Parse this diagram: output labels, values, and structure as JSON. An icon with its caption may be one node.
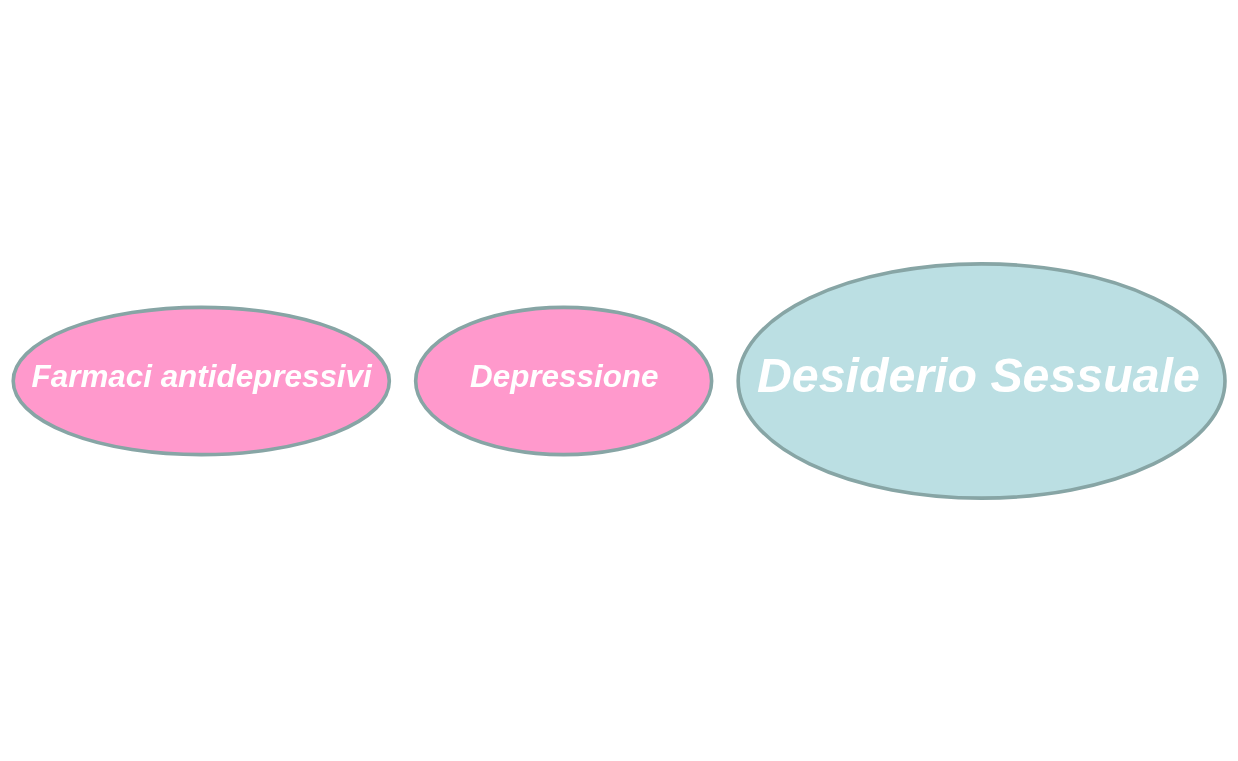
{
  "diagram": {
    "nodes": [
      {
        "text": [
          "Farmaci antidepressivi"
        ]
      },
      {
        "text": [
          "Depressione"
        ]
      },
      {
        "text": [
          "Desiderio Sessuale"
        ]
      }
    ],
    "edges": []
  }
}
